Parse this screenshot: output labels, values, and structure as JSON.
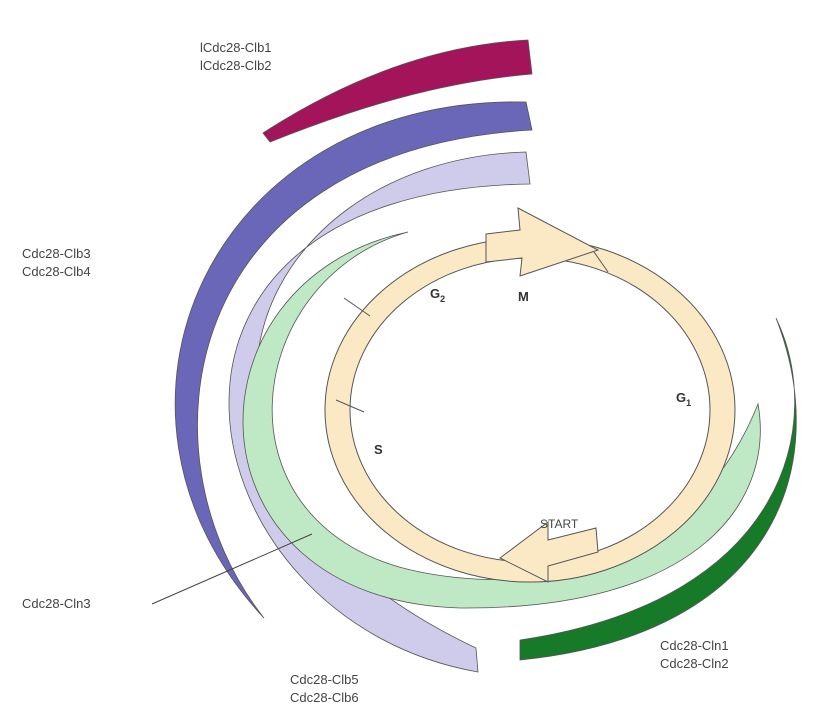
{
  "labels": {
    "clb12_line1": "lCdc28-Clb1",
    "clb12_line2": "lCdc28-Clb2",
    "clb34_line1": "Cdc28-Clb3",
    "clb34_line2": "Cdc28-Clb4",
    "cln3": "Cdc28-Cln3",
    "clb56_line1": "Cdc28-Clb5",
    "clb56_line2": "Cdc28-Clb6",
    "cln12_line1": "Cdc28-Cln1",
    "cln12_line2": "Cdc28-Cln2"
  },
  "phases": {
    "g2": "G",
    "g2_sub": "2",
    "m": "M",
    "g1": "G",
    "g1_sub": "1",
    "s": "S",
    "start": "START"
  },
  "colors": {
    "clb12": "#a3145a",
    "clb34": "#6a66b8",
    "clb56": "#cfcbeb",
    "cln3": "#bfe8c4",
    "cln12": "#167a28",
    "cycle": "#fbe9c6",
    "outline": "#555555"
  }
}
